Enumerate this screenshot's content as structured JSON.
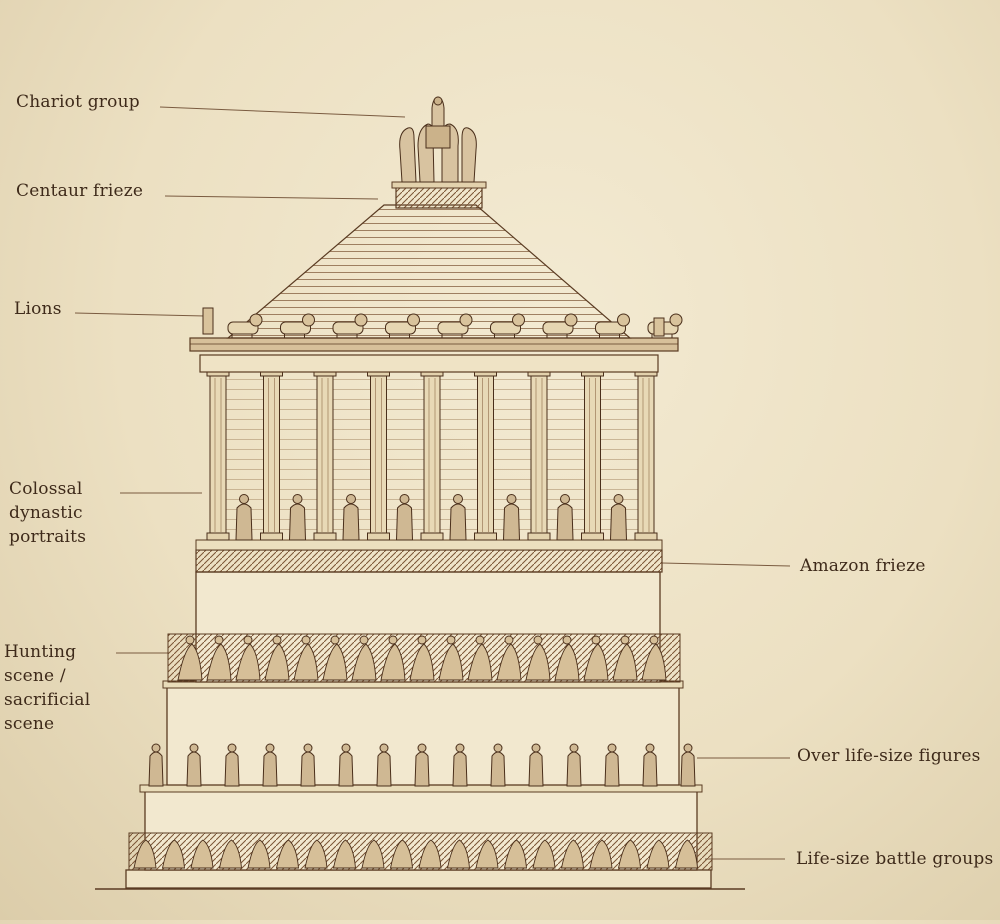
{
  "labels": {
    "chariot_group": "Chariot group",
    "centaur_frieze": "Centaur frieze",
    "lions": "Lions",
    "colossal_portraits": "Colossal\ndynastic\nportraits",
    "amazon_frieze": "Amazon frieze",
    "hunting_scene": "Hunting\nscene /\nsacrificial\nscene",
    "over_lifesize_figures": "Over life-size figures",
    "lifesize_battle_groups": "Life-size battle groups"
  },
  "colors": {
    "paper": "#efe5ca",
    "ink": "#5a3b22",
    "fill": "#f2ead4",
    "shade": "#b08a62"
  }
}
